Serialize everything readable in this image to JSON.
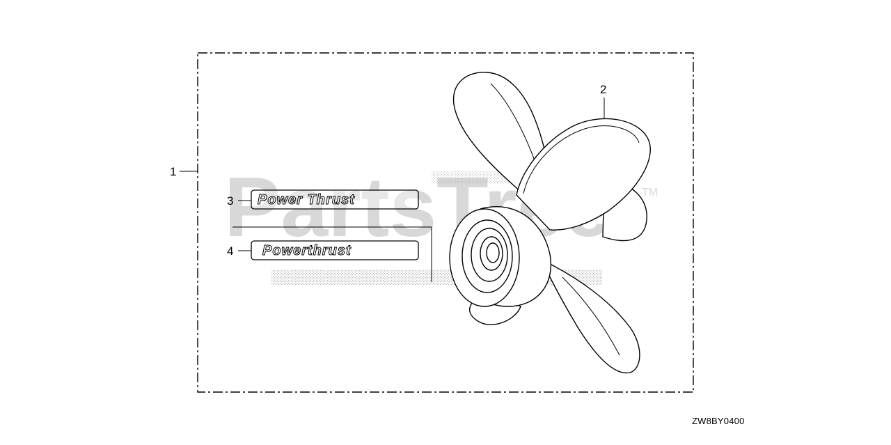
{
  "diagram": {
    "callouts": {
      "c1": "1",
      "c2": "2",
      "c3": "3",
      "c4": "4"
    },
    "decals": {
      "decal_3_text": "Power Thrust",
      "decal_4_text": "Powerthrust"
    },
    "diagram_code": "ZW8BY0400",
    "watermark": {
      "logo": "PartsTree",
      "trademark": "TM"
    },
    "icons": {
      "propeller": "propeller-illustration"
    }
  }
}
